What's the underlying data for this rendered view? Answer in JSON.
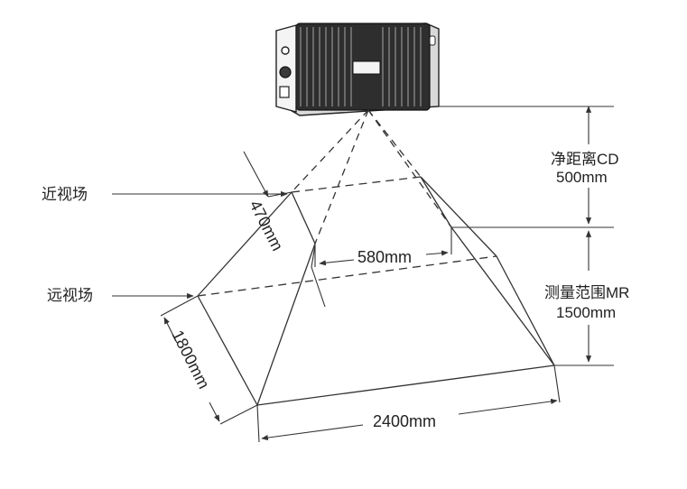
{
  "labels": {
    "near_fov": "近视场",
    "far_fov": "远视场",
    "clear_distance_title": "净距离CD",
    "clear_distance_value": "500mm",
    "measuring_range_title": "测量范围MR",
    "measuring_range_value": "1500mm"
  },
  "dimensions": {
    "near_depth": "470mm",
    "near_width": "580mm",
    "far_depth": "1800mm",
    "far_width": "2400mm"
  },
  "colors": {
    "line": "#333333",
    "device_body": "#2a2a2a",
    "device_fins": "#4a4a4a",
    "device_face": "#f4f4f4"
  },
  "icons": [
    "camera-device-icon"
  ]
}
